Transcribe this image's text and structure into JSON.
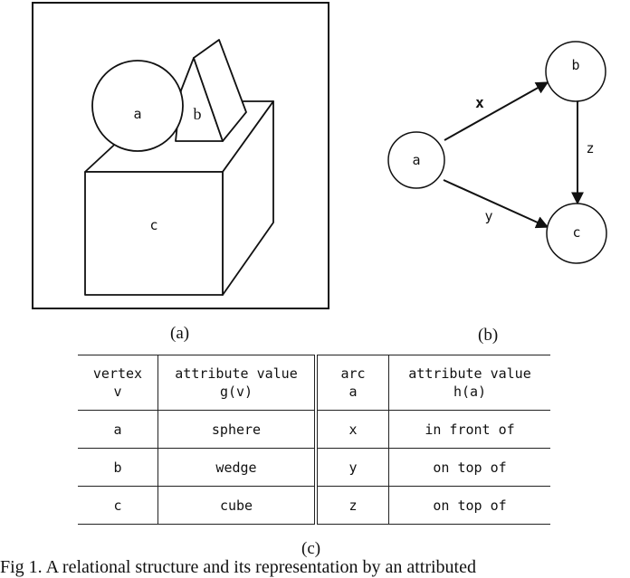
{
  "scene": {
    "labels": {
      "a": "a",
      "b": "b",
      "c": "c"
    }
  },
  "graph": {
    "nodes": {
      "a": "a",
      "b": "b",
      "c": "c"
    },
    "edges": {
      "x": "x",
      "y": "y",
      "z": "z"
    }
  },
  "sublabels": {
    "a": "(a)",
    "b": "(b)",
    "c": "(c)"
  },
  "table": {
    "headers": {
      "vertex": [
        "vertex",
        "v"
      ],
      "vertex_attr": [
        "attribute value",
        "g(v)"
      ],
      "arc": [
        "arc",
        "a"
      ],
      "arc_attr": [
        "attribute value",
        "h(a)"
      ]
    },
    "rows": [
      {
        "vertex": "a",
        "vattr": "sphere",
        "arc": "x",
        "aattr": "in front of"
      },
      {
        "vertex": "b",
        "vattr": "wedge",
        "arc": "y",
        "aattr": "on top of"
      },
      {
        "vertex": "c",
        "vattr": "cube",
        "arc": "z",
        "aattr": "on top of"
      }
    ]
  },
  "caption": "Fig 1. A relational structure and its representation by an attributed"
}
